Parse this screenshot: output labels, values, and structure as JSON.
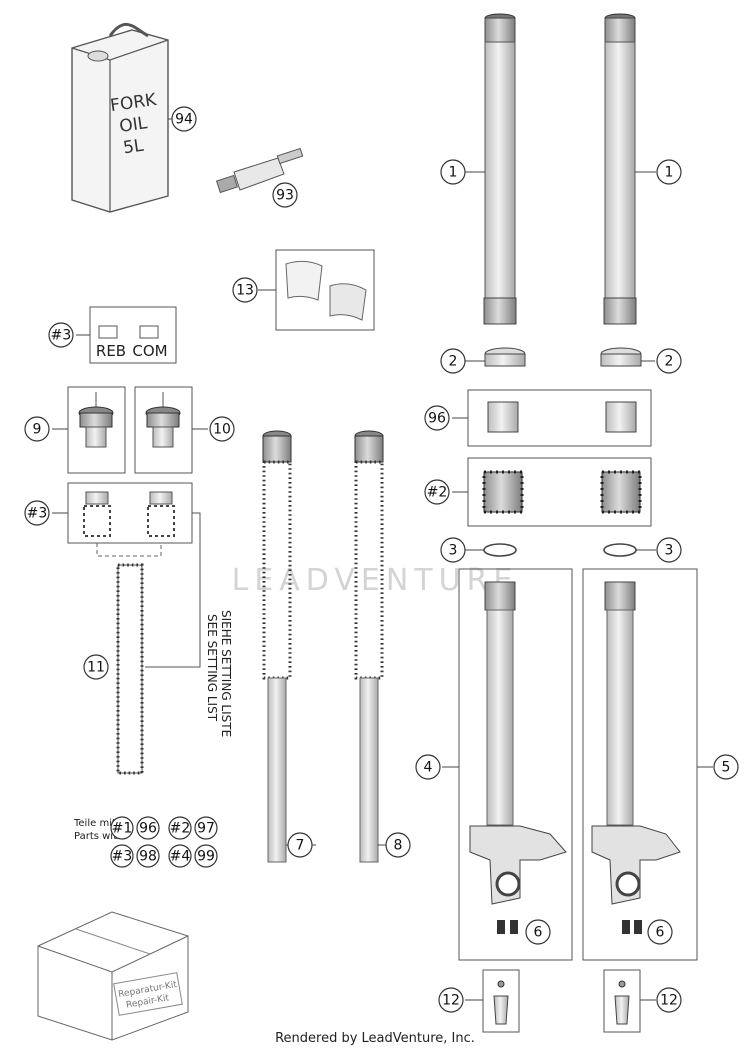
{
  "watermark": "LEADVENTURE",
  "footer": "Rendered by LeadVenture, Inc.",
  "oil_can_label": [
    "FORK",
    "OIL",
    "5L"
  ],
  "setting_note": [
    "SIEHE SETTING LISTE",
    "SEE SETTING LIST"
  ],
  "adjuster_labels": {
    "reb": "REB",
    "com": "COM"
  },
  "kit_legend": {
    "line1": "Teile mit",
    "line2": "Parts with",
    "badges": [
      "#1",
      "96",
      "#2",
      "97",
      "#3",
      "98",
      "#4",
      "99"
    ]
  },
  "repair_kit_label": [
    "Reparatur-Kit",
    "Repair-Kit"
  ],
  "callouts": {
    "c94": "94",
    "c93": "93",
    "c13": "13",
    "c3hash_top": "#3",
    "c9": "9",
    "c10": "10",
    "c3hash_mid": "#3",
    "c11": "11",
    "c7": "7",
    "c8": "8",
    "c1_left": "1",
    "c1_right": "1",
    "c2_left": "2",
    "c2_right": "2",
    "c96": "96",
    "c2hash": "#2",
    "c3_left": "3",
    "c3_right": "3",
    "c4": "4",
    "c5": "5",
    "c6_left": "6",
    "c6_right": "6",
    "c12_left": "12",
    "c12_right": "12"
  }
}
